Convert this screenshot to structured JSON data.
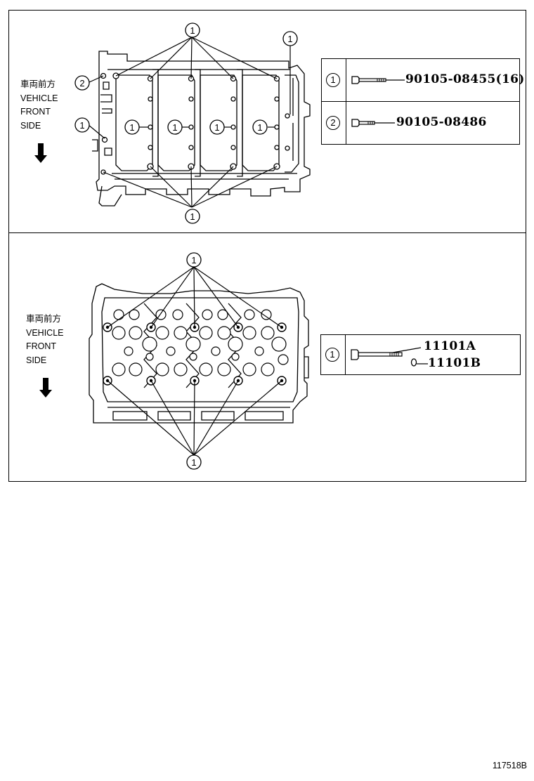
{
  "top_panel": {
    "front_label": {
      "jp": "車両前方",
      "line1": "VEHICLE",
      "line2": "FRONT",
      "line3": "SIDE"
    },
    "callouts": [
      "1",
      "1",
      "2",
      "1",
      "1",
      "1",
      "1",
      "1",
      "1"
    ],
    "parts": [
      {
        "ref": "1",
        "part_number": "90105-08455(16)"
      },
      {
        "ref": "2",
        "part_number": "90105-08486"
      }
    ]
  },
  "bottom_panel": {
    "front_label": {
      "jp": "車両前方",
      "line1": "VEHICLE",
      "line2": "FRONT",
      "line3": "SIDE"
    },
    "callouts": [
      "1",
      "1"
    ],
    "parts": [
      {
        "ref": "1",
        "part_number_a": "11101A",
        "part_number_b": "11101B"
      }
    ]
  },
  "footer": {
    "code": "117518B"
  }
}
